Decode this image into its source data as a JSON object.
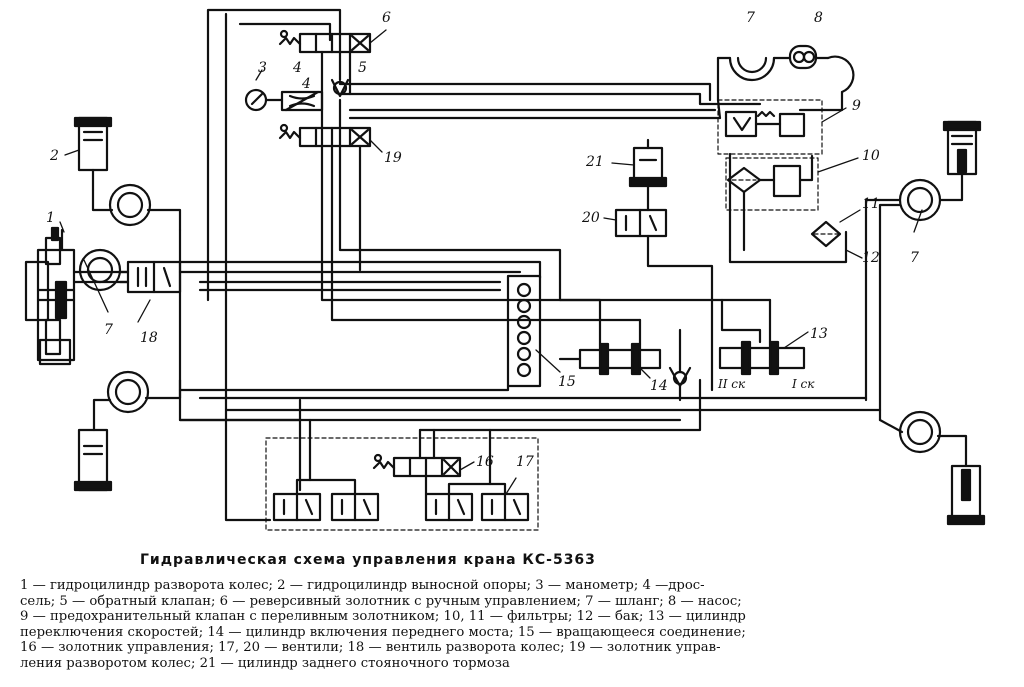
{
  "labels": {
    "c1": "1",
    "c2": "2",
    "c3": "3",
    "c4a": "4",
    "c4b": "4",
    "c5": "5",
    "c6": "6",
    "c7a": "7",
    "c7b": "7",
    "c7c": "7",
    "c8": "8",
    "c9": "9",
    "c10": "10",
    "c11": "11",
    "c12": "12",
    "c13": "13",
    "c14": "14",
    "c15": "15",
    "c16": "16",
    "c17": "17",
    "c18": "18",
    "c19": "19",
    "c20": "20",
    "c21": "21",
    "sk2": "II ск",
    "sk1": "I ск"
  },
  "caption": "Гидравлическая схема управления крана КС-5363",
  "legend": {
    "line1": "1 — гидроцилиндр разворота колес; 2 — гидроцилиндр выносной опоры; 3 — манометр; 4 —дрос-",
    "line2": "сель; 5 — обратный клапан; 6 — реверсивный золотник с ручным управлением; 7 — шланг; 8 — насос;",
    "line3": "9 — предохранительный клапан с переливным золотником; 10, 11 — фильтры; 12 — бак; 13 — цилиндр",
    "line4": "переключения скоростей; 14 — цилиндр включения переднего моста; 15 — вращающееся соединение;",
    "line5": "16 — золотник управления; 17, 20 — вентили; 18 — вентиль разворота колес; 19 — золотник управ-",
    "line6": "ления разворотом колес; 21 — цилиндр заднего стояночного тормоза"
  }
}
